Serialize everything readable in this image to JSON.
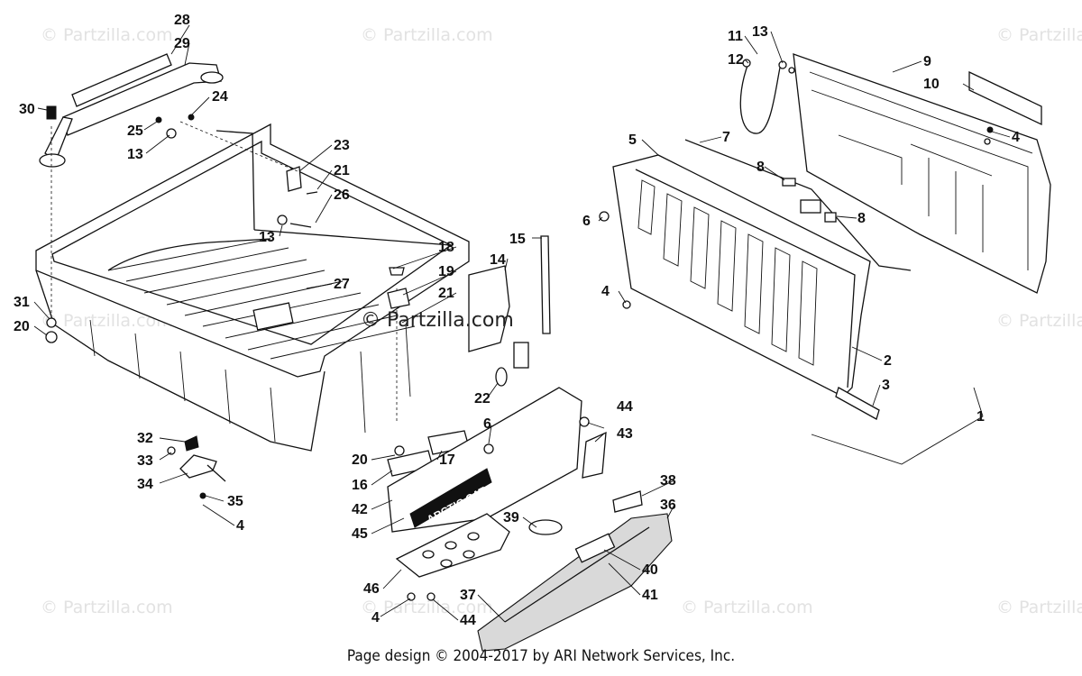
{
  "watermark": {
    "text": "© Partzilla.com",
    "center_text": "© Partzilla.com"
  },
  "callouts": {
    "c28": "28",
    "c29": "29",
    "c30": "30",
    "c24": "24",
    "c25": "25",
    "c13a": "13",
    "c23": "23",
    "c21a": "21",
    "c26": "26",
    "c13b": "13",
    "c27": "27",
    "c31": "31",
    "c20a": "20",
    "c18": "18",
    "c19": "19",
    "c21b": "21",
    "c14": "14",
    "c15": "15",
    "c22": "22",
    "c6a": "6",
    "c44a": "44",
    "c43": "43",
    "c20b": "20",
    "c17": "17",
    "c16": "16",
    "c42": "42",
    "c45": "45",
    "c32": "32",
    "c33": "33",
    "c34": "34",
    "c35": "35",
    "c4a": "4",
    "c39": "39",
    "c38": "38",
    "c36": "36",
    "c40": "40",
    "c41": "41",
    "c37": "37",
    "c46": "46",
    "c4b": "4",
    "c44b": "44",
    "c11": "11",
    "c13c": "13",
    "c12": "12",
    "c9": "9",
    "c10": "10",
    "c4c": "4",
    "c5": "5",
    "c7": "7",
    "c8a": "8",
    "c6b": "6",
    "c8b": "8",
    "c4d": "4",
    "c2": "2",
    "c3": "3",
    "c1": "1"
  },
  "decal_text": "ARCTIC CAT",
  "footer": "Page design © 2004-2017 by ARI Network Services, Inc."
}
